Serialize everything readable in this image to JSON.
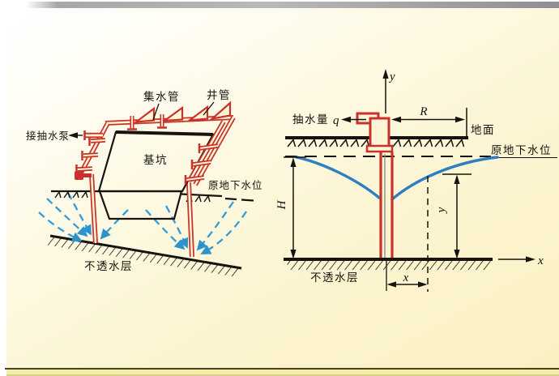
{
  "slide": {
    "left_diagram": {
      "name": "wellpoint-dewatering-perspective",
      "labels": {
        "collector_pipe": "集水管",
        "well_pipe": "井管",
        "to_pump": "接抽水泵",
        "foundation_pit": "基坑",
        "groundwater_level": "原地下水位",
        "impermeable_layer": "不透水层"
      }
    },
    "right_diagram": {
      "name": "drawdown-curve-cross-section",
      "labels": {
        "axis_y": "y",
        "axis_x": "x",
        "pumping_rate_text": "抽水量",
        "pumping_rate_var": "q",
        "radius_of_influence": "R",
        "ground_surface": "地面",
        "groundwater_level": "原地下水位",
        "aquifer_height": "H",
        "dim_y": "y",
        "dim_x": "x",
        "impermeable_layer": "不透水层"
      }
    },
    "colors": {
      "pipe_red": "#c8322a",
      "flow_arrow_blue": "#339cd6",
      "drawdown_curve_blue": "#2e7fc1",
      "ink": "#17130e",
      "paper_cream": "#fdf6d6",
      "bottom_strip_yellow": "#f5eea8"
    }
  }
}
